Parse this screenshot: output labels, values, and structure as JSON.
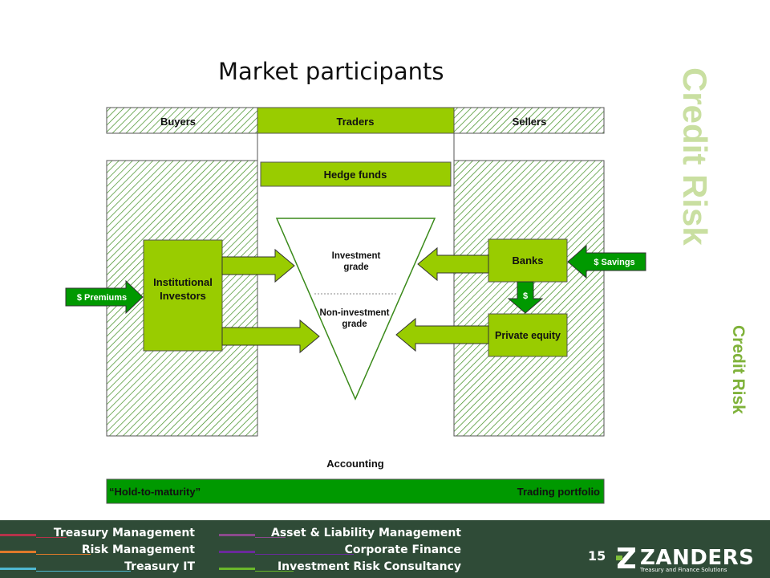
{
  "slide": {
    "title": "Market participants",
    "side_label_large": "Credit Risk",
    "side_label_small": "Credit Risk",
    "page_number": "15"
  },
  "diagram": {
    "headers": {
      "buyers": "Buyers",
      "traders": "Traders",
      "sellers": "Sellers"
    },
    "hedge_funds": "Hedge funds",
    "institutional_investors": [
      "Institutional",
      "Investors"
    ],
    "banks": "Banks",
    "private_equity": "Private equity",
    "investment_grade": [
      "Investment",
      "grade"
    ],
    "non_investment_grade": [
      "Non-investment",
      "grade"
    ],
    "premiums": "$ Premiums",
    "savings": "$ Savings",
    "dollar": "$",
    "accounting": "Accounting",
    "hold_to_maturity": "“Hold-to-maturity”",
    "trading_portfolio": "Trading portfolio"
  },
  "colors": {
    "light_green": "#99cc00",
    "dark_green": "#009900",
    "footer_bg": "#2f4b37"
  },
  "footer": {
    "left_items": [
      {
        "label": "Treasury Management",
        "color": "#b5334a"
      },
      {
        "label": "Risk Management",
        "color": "#e07a2a"
      },
      {
        "label": "Treasury IT",
        "color": "#4fb8d0"
      }
    ],
    "right_items": [
      {
        "label": "Asset & Liability Management",
        "color": "#8a4a8c"
      },
      {
        "label": "Corporate Finance",
        "color": "#6a2a9c"
      },
      {
        "label": "Investment Risk Consultancy",
        "color": "#6ab82a"
      }
    ],
    "logo_name": "ZANDERS",
    "logo_tagline": "Treasury and Finance Solutions",
    "logo_icon": "zanders-z-icon"
  }
}
